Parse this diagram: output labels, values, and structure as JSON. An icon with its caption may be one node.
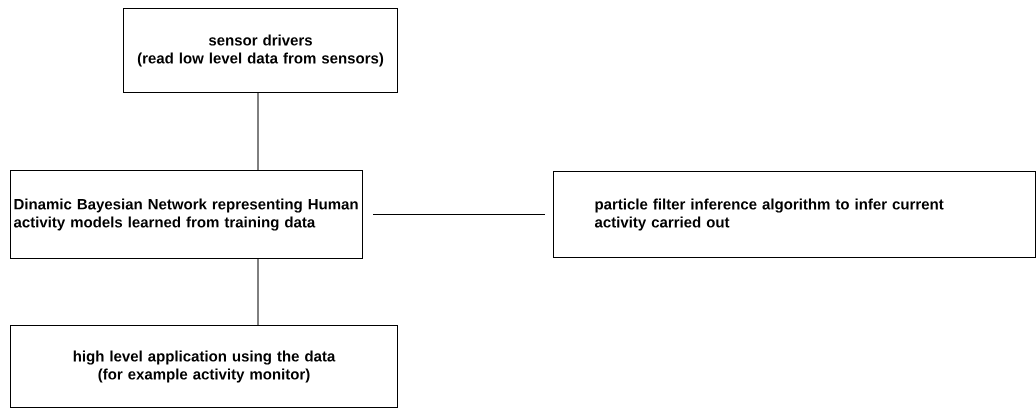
{
  "diagram": {
    "nodes": [
      {
        "text": [
          "sensor drivers",
          "(read low level data from sensors)"
        ]
      },
      {
        "text": [
          "Dinamic Bayesian Network representing Human activity models learned from training data"
        ]
      },
      {
        "text": [
          "particle filter inference algorithm to infer current activity carried out"
        ]
      },
      {
        "text": [
          "high level application using the data",
          "(for example activity monitor)"
        ]
      }
    ],
    "edges": [
      {
        "from": 0,
        "to": 1,
        "arrow": "none"
      },
      {
        "from": 1,
        "to": 3,
        "arrow": "none"
      },
      {
        "from": 1,
        "to": 2,
        "arrow": "none"
      }
    ]
  }
}
